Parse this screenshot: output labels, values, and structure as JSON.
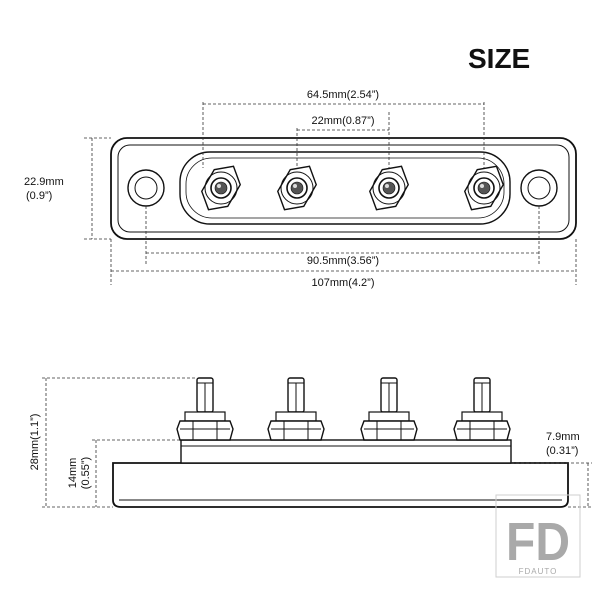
{
  "title": "SIZE",
  "top_view": {
    "dim_terminal_span": "64.5mm(2.54”)",
    "dim_stud_pitch": "22mm(0.87”)",
    "dim_height_mm": "22.9mm",
    "dim_height_in": "(0.9”)",
    "dim_hole_span": "90.5mm(3.56”)",
    "dim_length": "107mm(4.2”)"
  },
  "side_view": {
    "dim_total_height": "28mm(1.1”)",
    "dim_base_mm": "14mm",
    "dim_base_in": "(0.55”)",
    "dim_thickness_mm": "7.9mm",
    "dim_thickness_in": "(0.31”)"
  },
  "watermark": {
    "logo": "FD",
    "brand": "FDAUTO"
  }
}
